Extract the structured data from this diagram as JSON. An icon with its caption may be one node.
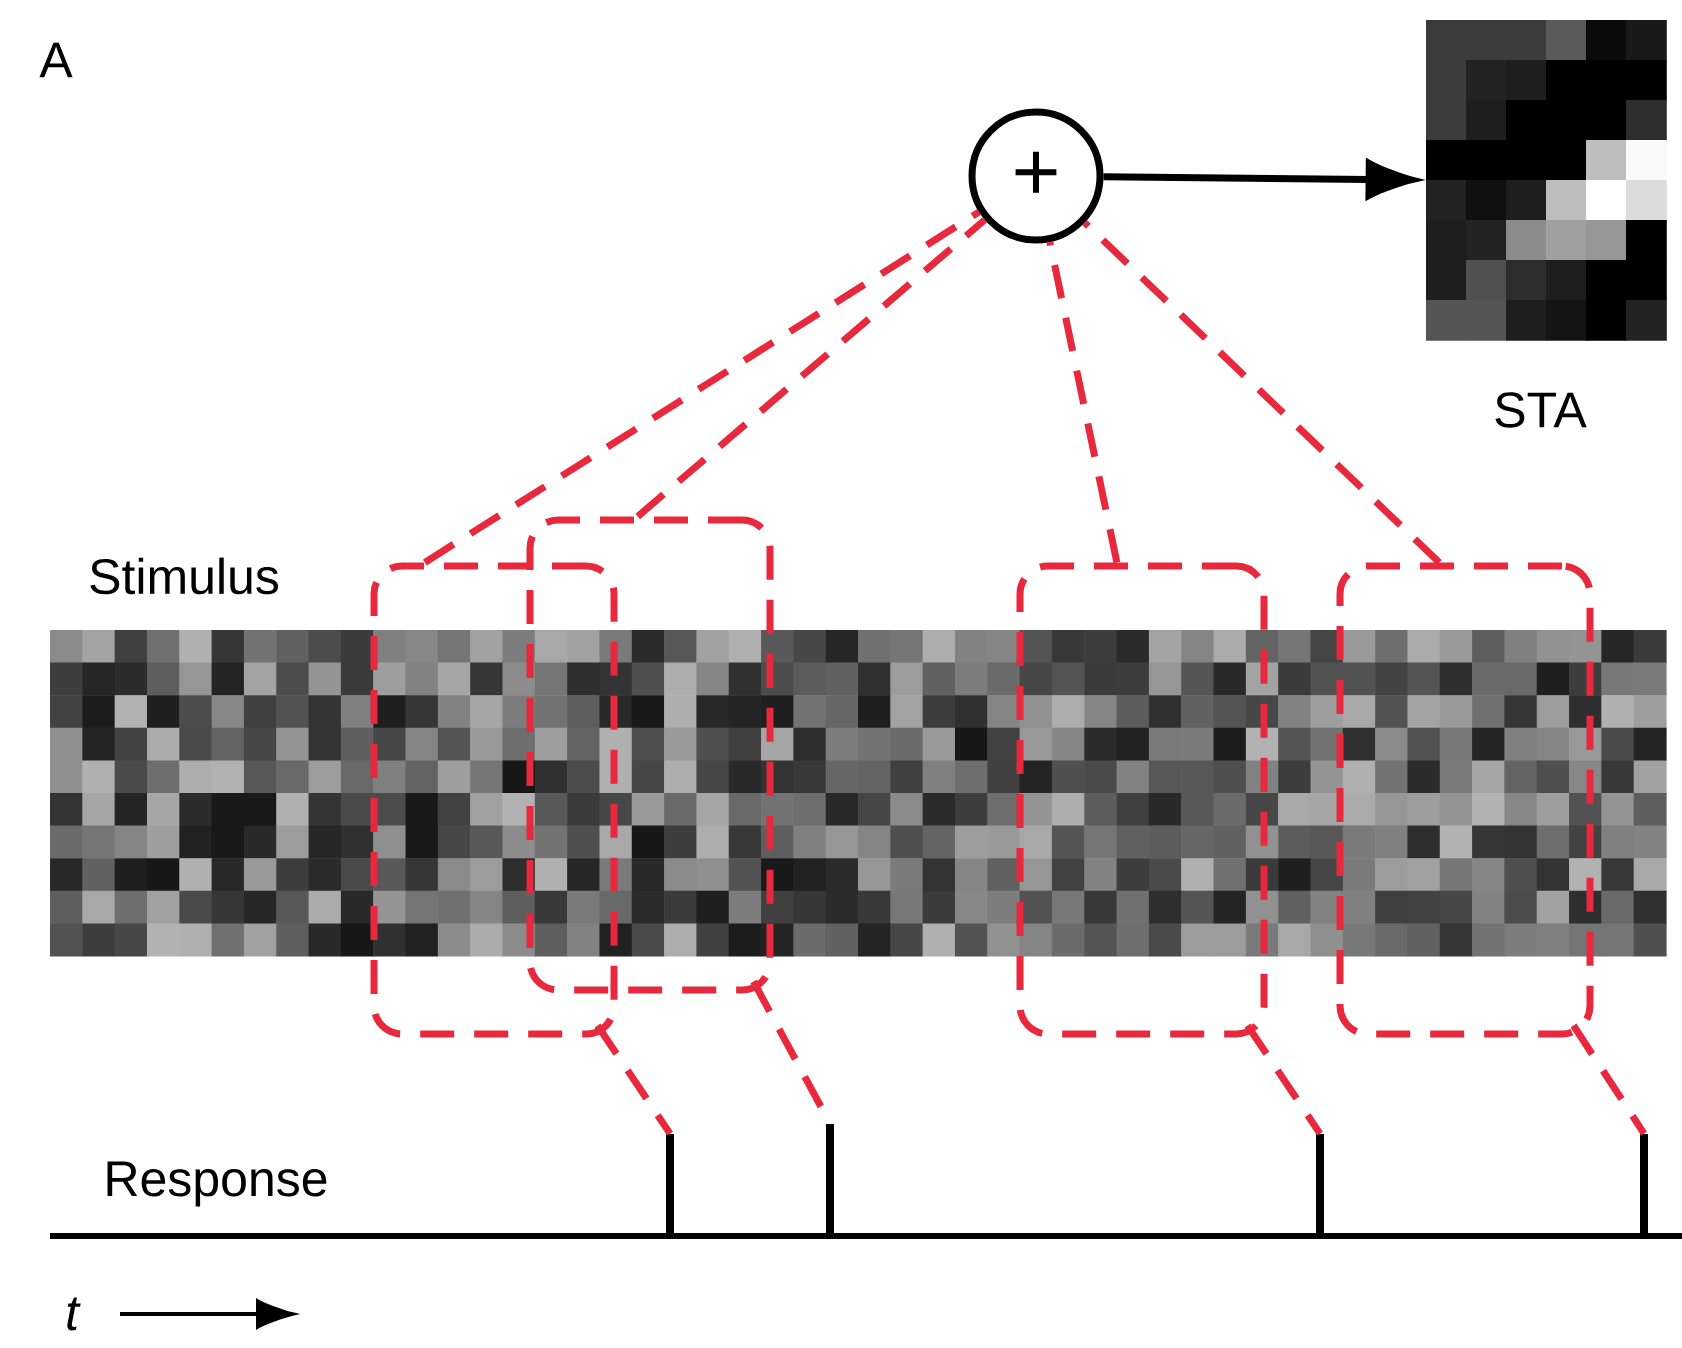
{
  "diagram": {
    "nodes": [
      {
        "text": [
          "+"
        ]
      },
      {
        "text": [],
        "shape": "picture",
        "beside": [
          "STA"
        ]
      },
      {
        "text": [],
        "shape": "box"
      },
      {
        "text": [],
        "shape": "box"
      },
      {
        "text": [],
        "shape": "box"
      },
      {
        "text": [],
        "shape": "box"
      },
      {
        "text": [],
        "shape": "bar"
      },
      {
        "text": [],
        "shape": "bar"
      },
      {
        "text": [],
        "shape": "bar"
      },
      {
        "text": [],
        "shape": "bar"
      }
    ],
    "edges": [
      {
        "from": 0,
        "to": 1,
        "arrow": "to",
        "color": "#000000"
      },
      {
        "from": 2,
        "to": 0,
        "arrow": "none",
        "style": "dashed"
      },
      {
        "from": 3,
        "to": 0,
        "arrow": "none",
        "style": "dashed"
      },
      {
        "from": 4,
        "to": 0,
        "arrow": "none",
        "style": "dashed"
      },
      {
        "from": 5,
        "to": 0,
        "arrow": "none",
        "style": "dashed"
      },
      {
        "from": 2,
        "to": 6,
        "arrow": "none",
        "style": "dashed"
      },
      {
        "from": 3,
        "to": 7,
        "arrow": "none",
        "style": "dashed"
      },
      {
        "from": 4,
        "to": 8,
        "arrow": "none",
        "style": "dashed"
      },
      {
        "from": 5,
        "to": 9,
        "arrow": "none",
        "style": "dashed"
      }
    ],
    "labels": [
      "A",
      "Stimulus",
      "Response",
      "t"
    ]
  }
}
